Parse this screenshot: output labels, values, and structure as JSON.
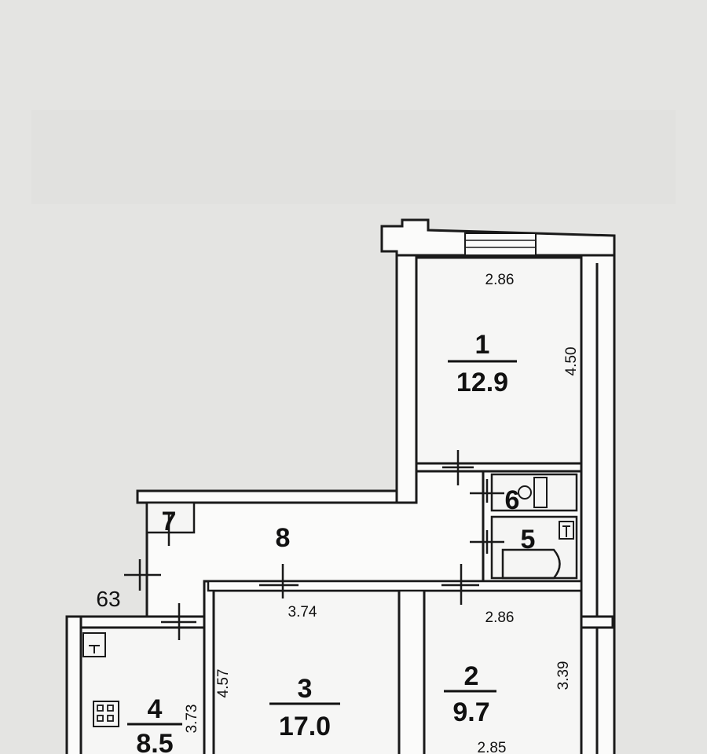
{
  "rooms": [
    {
      "id": "1",
      "number": "1",
      "area": "12.9"
    },
    {
      "id": "2",
      "number": "2",
      "area": "9.7"
    },
    {
      "id": "3",
      "number": "3",
      "area": "17.0"
    },
    {
      "id": "4",
      "number": "4",
      "area": "8.5"
    },
    {
      "id": "5",
      "number": "5"
    },
    {
      "id": "6",
      "number": "6"
    },
    {
      "id": "7",
      "number": "7"
    },
    {
      "id": "8",
      "number": "8"
    }
  ],
  "dimensions": {
    "room1_width": "2.86",
    "room1_length": "4.50",
    "room2_width_top": "2.86",
    "room2_length": "3.39",
    "room2_width_bottom": "2.85",
    "room3_width": "3.74",
    "room3_length": "4.57",
    "room4_length": "3.73",
    "entrance_mark": "63"
  }
}
